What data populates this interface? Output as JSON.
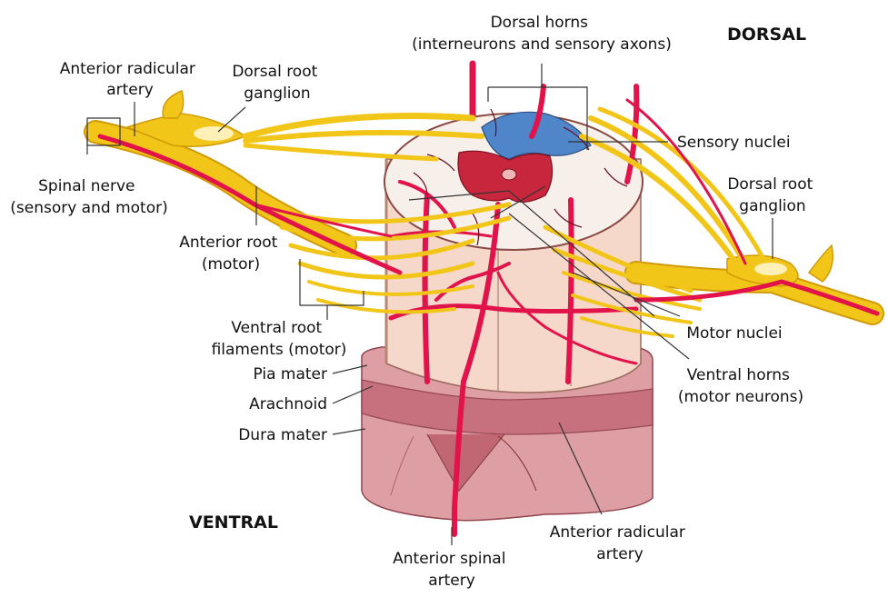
{
  "colors": {
    "nerve": "#f2c619",
    "nerve_dark": "#d19a06",
    "artery": "#e1134a",
    "vein_dark": "#6a0d23",
    "cord": "#f6d9cd",
    "dura": "#d98b93",
    "dorsal_horn": "#4f86c9",
    "ventral_horn": "#c8263c",
    "white_matter": "#f7efe9"
  },
  "orientation": {
    "dorsal": "DORSAL",
    "ventral": "VENTRAL"
  },
  "labels": {
    "dorsal_horns": [
      "Dorsal horns",
      "(interneurons and sensory axons)"
    ],
    "anterior_radicular_artery_top": [
      "Anterior radicular",
      "artery"
    ],
    "dorsal_root_ganglion_left": [
      "Dorsal root",
      "ganglion"
    ],
    "spinal_nerve": [
      "Spinal nerve",
      "(sensory and motor)"
    ],
    "sensory_nuclei": [
      "Sensory nuclei"
    ],
    "dorsal_root_ganglion_right": [
      "Dorsal root",
      "ganglion"
    ],
    "anterior_root": [
      "Anterior root",
      "(motor)"
    ],
    "ventral_root_filaments": [
      "Ventral root",
      "filaments (motor)"
    ],
    "motor_nuclei": [
      "Motor nuclei"
    ],
    "pia_mater": [
      "Pia mater"
    ],
    "arachnoid": [
      "Arachnoid"
    ],
    "dura_mater": [
      "Dura mater"
    ],
    "ventral_horns": [
      "Ventral horns",
      "(motor neurons)"
    ],
    "anterior_radicular_artery_bottom": [
      "Anterior radicular",
      "artery"
    ],
    "anterior_spinal_artery": [
      "Anterior spinal",
      "artery"
    ]
  }
}
